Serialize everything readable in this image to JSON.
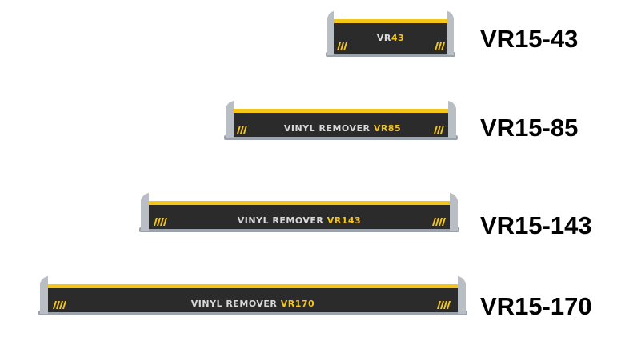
{
  "products": [
    {
      "label": "VR15-43",
      "bar_prefix": "",
      "bar_model_white": "VR",
      "bar_model_yellow": "43"
    },
    {
      "label": "VR15-85",
      "bar_prefix": "VINYL REMOVER ",
      "bar_model_white": "",
      "bar_model_yellow": "VR85"
    },
    {
      "label": "VR15-143",
      "bar_prefix": "VINYL REMOVER ",
      "bar_model_white": "",
      "bar_model_yellow": "VR143"
    },
    {
      "label": "VR15-170",
      "bar_prefix": "VINYL REMOVER ",
      "bar_model_white": "",
      "bar_model_yellow": "VR170"
    }
  ],
  "colors": {
    "bar_body": "#2b2b2b",
    "accent_yellow": "#f5c518",
    "end_cap": "#b9bec4",
    "base_plate": "#9aa3ad",
    "bar_text": "#d9d9d9"
  }
}
